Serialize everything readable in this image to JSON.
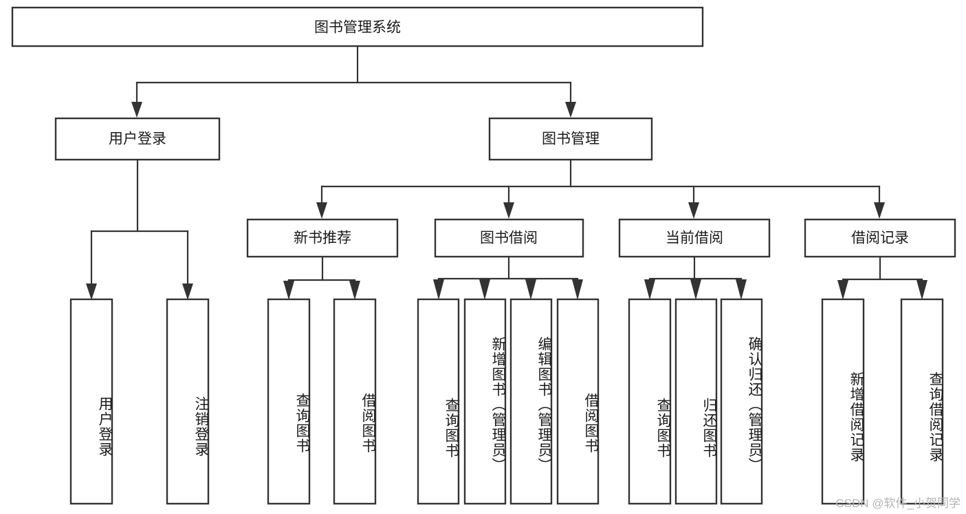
{
  "diagram": {
    "type": "tree-hierarchy-chart",
    "title": "图书管理系统",
    "watermark": "CSDN @软件_小贺同学",
    "colors": {
      "box_stroke": "#333333",
      "box_fill": "#ffffff",
      "connector": "#333333",
      "text": "#1a1a1a",
      "background": "#ffffff",
      "watermark": "#b3b3b3"
    },
    "levels": {
      "level1": "系统",
      "level2": "模块",
      "level3": "子模块",
      "level4": "功能"
    },
    "nodes": {
      "root": {
        "label": "图书管理系统",
        "orientation": "horizontal"
      },
      "level2": [
        {
          "label": "用户登录",
          "orientation": "horizontal"
        },
        {
          "label": "图书管理",
          "orientation": "horizontal"
        }
      ],
      "level3": [
        {
          "label": "新书推荐",
          "orientation": "horizontal"
        },
        {
          "label": "图书借阅",
          "orientation": "horizontal"
        },
        {
          "label": "当前借阅",
          "orientation": "horizontal"
        },
        {
          "label": "借阅记录",
          "orientation": "horizontal"
        }
      ],
      "leaves": {
        "user_login": [
          {
            "label": "用户登录",
            "orientation": "vertical"
          },
          {
            "label": "注销登录",
            "orientation": "vertical"
          }
        ],
        "new_book_recommend": [
          {
            "label": "查询图书",
            "orientation": "vertical"
          },
          {
            "label": "借阅图书",
            "orientation": "vertical"
          }
        ],
        "book_borrow": [
          {
            "label": "查询图书",
            "orientation": "vertical"
          },
          {
            "label": "新增图书（管理员）",
            "orientation": "vertical"
          },
          {
            "label": "编辑图书（管理员）",
            "orientation": "vertical"
          },
          {
            "label": "借阅图书",
            "orientation": "vertical"
          }
        ],
        "current_borrow": [
          {
            "label": "查询图书",
            "orientation": "vertical"
          },
          {
            "label": "归还图书",
            "orientation": "vertical"
          },
          {
            "label": "确认归还（管理员）",
            "orientation": "vertical"
          }
        ],
        "borrow_record": [
          {
            "label": "新增借阅记录",
            "orientation": "vertical"
          },
          {
            "label": "查询借阅记录",
            "orientation": "vertical"
          }
        ]
      }
    }
  }
}
